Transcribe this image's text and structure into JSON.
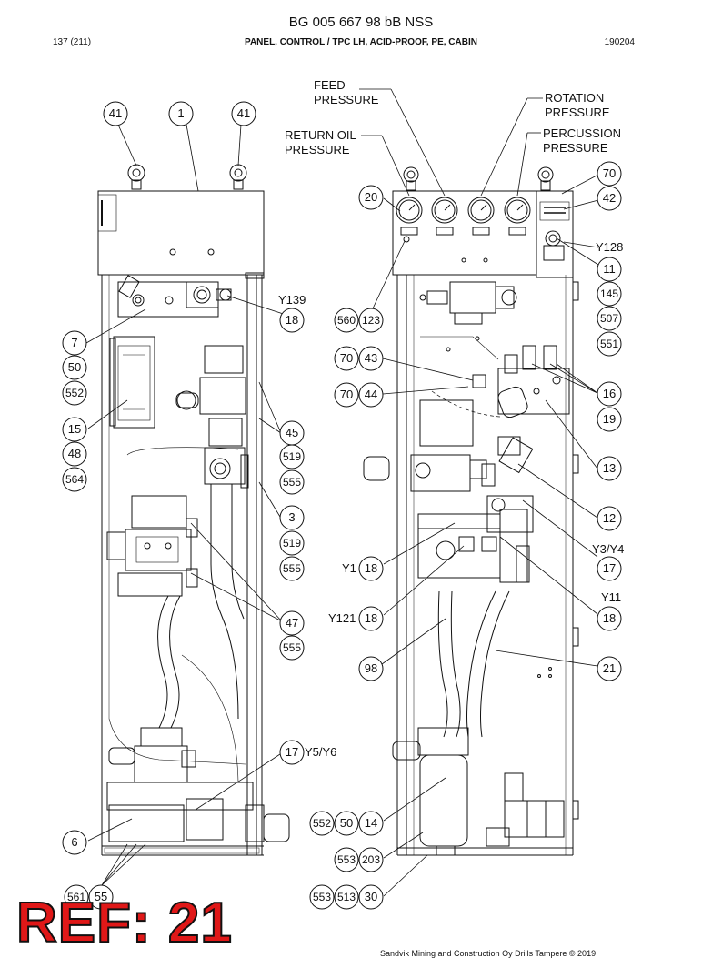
{
  "header": {
    "doc_title": "BG 005 667 98 bB NSS",
    "page_number": "137 (211)",
    "section_title": "PANEL, CONTROL / TPC LH, ACID-PROOF, PE, CABIN",
    "date_code": "190204"
  },
  "annotations": {
    "feed_pressure": "FEED\nPRESSURE",
    "rotation_pressure": "ROTATION\nPRESSURE",
    "return_oil_pressure": "RETURN OIL\nPRESSURE",
    "percussion_pressure": "PERCUSSION\nPRESSURE"
  },
  "callouts": {
    "left": [
      "41",
      "1",
      "41",
      "7",
      "50",
      "552",
      "15",
      "48",
      "564",
      "18",
      "45",
      "519",
      "555",
      "3",
      "519",
      "555",
      "47",
      "555",
      "17",
      "6",
      "561",
      "55"
    ],
    "right": [
      "20",
      "560",
      "123",
      "70",
      "43",
      "70",
      "44",
      "70",
      "42",
      "11",
      "145",
      "507",
      "551",
      "16",
      "19",
      "13",
      "12",
      "17",
      "18",
      "18",
      "18",
      "98",
      "21",
      "552",
      "50",
      "14",
      "553",
      "203",
      "553",
      "513",
      "30"
    ]
  },
  "designators": {
    "y139": "Y139",
    "y128": "Y128",
    "y3y4": "Y3/Y4",
    "y1": "Y1",
    "y121": "Y121",
    "y11": "Y11",
    "y5y6": "Y5/Y6"
  },
  "footer": {
    "copyright": "Sandvik Mining and Construction Oy Drills Tampere © 2019"
  },
  "stamp": {
    "ref_label": "REF: 21"
  },
  "colors": {
    "stamp_fill": "#e01818",
    "line": "#111111"
  }
}
